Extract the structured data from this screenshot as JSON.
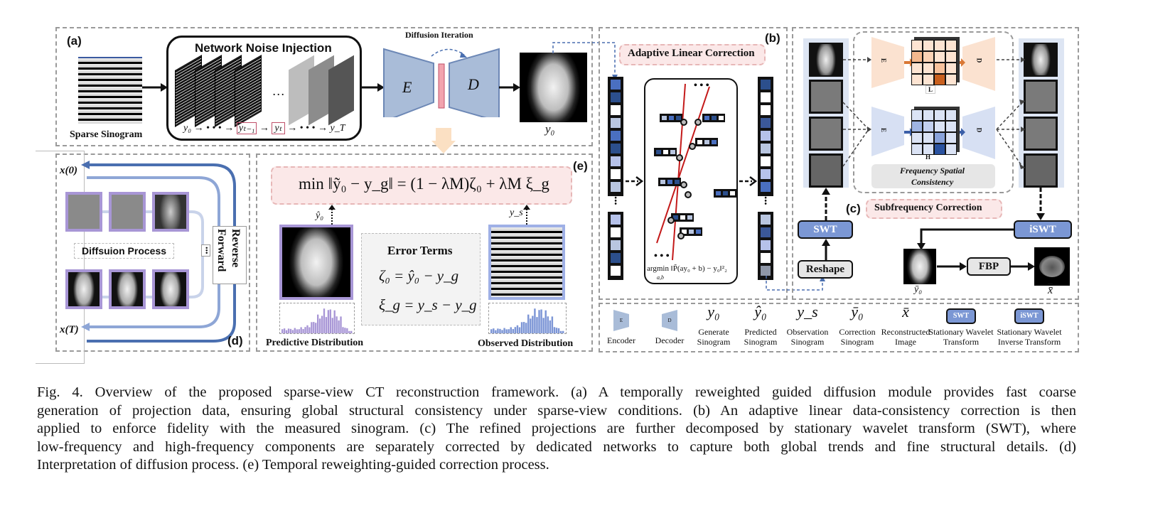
{
  "figure": {
    "panel_a": {
      "label": "(a)",
      "sparse_sinogram_label": "Sparse Sinogram",
      "noise_box_title": "Network Noise Injection",
      "noise_sequence": {
        "y0": "y₀",
        "arrow_dots": "→ • • • →",
        "yt_minus_1": "yₜ₋₁",
        "yt": "yₜ",
        "arrow_dots_end": "→ • • • →",
        "yT": "y_T"
      },
      "ellipsis": "…",
      "diffusion_iteration_label": "Diffusion Iteration",
      "encoder_letter": "E",
      "decoder_letter": "D",
      "output_label": "y₀"
    },
    "panel_b": {
      "label": "(b)",
      "title": "Adaptive Linear Correction",
      "formula": "argmin ‖P̃(ay₀ + b) − y₀‖²₂",
      "formula_sub": "a,b",
      "input_column_colors": [
        "#4a6fc0",
        "#2c4f8c",
        "#ffffff",
        "#b9c6e0",
        "#4a6fc0",
        "#2c4f8c",
        "#b6c2ea",
        "#ffffff",
        "#b9c6e0"
      ],
      "input_column_colors_bottom": [
        "#b6c2ea",
        "#ffffff",
        "#b9c6e0",
        "#2c4f8c",
        "#ffffff"
      ],
      "output_column_colors": [
        "#2c4f8c",
        "#ffffff",
        "#ffffff",
        "#3b5898",
        "#b6c2ea",
        "#b9c6e0",
        "#ffffff",
        "#b6c2ea",
        "#4a6fc0"
      ],
      "output_column_colors_bottom": [
        "#b9c6e0",
        "#3b5898",
        "#b6c2ea",
        "#ffffff",
        "#8f97a8"
      ]
    },
    "panel_c": {
      "label": "(c)",
      "title": "Subfrequency Correction",
      "low_branch_label": "L",
      "high_branch_label": "H",
      "encoder_letter": "E",
      "decoder_letter": "D",
      "consistency_label_line1": "Frequency Spatial",
      "consistency_label_line2": "Consistency",
      "swt_button": "SWT",
      "iswt_button": "iSWT",
      "reshape_button": "Reshape",
      "fbp_button": "FBP",
      "correction_sino_label": "ȳ₀",
      "recon_image_label": "x̄",
      "low_grid_colors": [
        "#fde4d2",
        "#fde4d2",
        "#fde4d2",
        "#fde4d2",
        "#f4b88e",
        "#fbd2b5",
        "#fde4d2",
        "#fde4d2",
        "#fde4d2",
        "#fde4d2",
        "#f7c29c",
        "#fde4d2",
        "#fde4d2",
        "#fde4d2",
        "#c9601e",
        "#fde4d2"
      ],
      "high_grid_colors": [
        "#dbe3f5",
        "#dbe3f5",
        "#dbe3f5",
        "#dbe3f5",
        "#9fb4e2",
        "#c3d0ef",
        "#dbe3f5",
        "#dbe3f5",
        "#dbe3f5",
        "#dbe3f5",
        "#8aa3da",
        "#dbe3f5",
        "#dbe3f5",
        "#dbe3f5",
        "#2a52a0",
        "#dbe3f5"
      ]
    },
    "panel_d": {
      "label": "(d)",
      "top_label": "x(0)",
      "bottom_label": "x(T)",
      "process_label": "Diffsuion Process",
      "reverse_label": "Reverse",
      "forward_label": "Forward",
      "dots": "•••"
    },
    "panel_e": {
      "label": "(e)",
      "objective": "min ‖ỹ₀ − y_g‖ = (1 − λM)ζ₀ + λM ξ_g",
      "pred_arrow_label": "ŷ₀",
      "obs_arrow_label": "y_s",
      "error_terms_title": "Error Terms",
      "error_eq_1": "ζ₀ = ŷ₀ − y_g",
      "error_eq_2": "ξ_g = y_s − y_g",
      "pred_dist_label": "Predictive Distribution",
      "obs_dist_label": "Observed Distribution",
      "pred_color": "#a896d6",
      "obs_color": "#7d96d6"
    },
    "legend": {
      "items": [
        {
          "symbol": "E",
          "label": "Encoder"
        },
        {
          "symbol": "D",
          "label": "Decoder"
        },
        {
          "symbol": "y₀",
          "label": "Generate Sinogram"
        },
        {
          "symbol": "ŷ₀",
          "label": "Predicted Sinogram"
        },
        {
          "symbol": "y_s",
          "label": "Observation Sinogram"
        },
        {
          "symbol": "ȳ₀",
          "label": "Correction Sinogram"
        },
        {
          "symbol": "x̄",
          "label": "Reconstructed Image"
        },
        {
          "symbol": "SWT",
          "label": "Stationary Wavelet Transform"
        },
        {
          "symbol": "iSWT",
          "label": "Stationary Wavelet Inverse Transform"
        }
      ]
    },
    "colors": {
      "encoder_blue": "#a9bcd8",
      "low_orange": "#fbe2d0",
      "high_blue": "#d7e0f3",
      "accent_blue": "#7b97d4",
      "pink_bg": "#fbe8e8",
      "red_line": "#c41a1a",
      "arrow_blue": "#4a6fb0"
    }
  },
  "caption": {
    "lines": [
      "Fig. 4.  Overview of the proposed sparse-view CT reconstruction framework. (a) A temporally reweighted guided diffusion module provides fast coarse",
      "generation of projection data, ensuring global structural consistency under sparse-view conditions. (b) An adaptive linear data-consistency correction is then",
      "applied to enforce fidelity with the measured sinogram. (c) The refined projections are further decomposed by stationary wavelet transform (SWT), where",
      "low-frequency and high-frequency components are separately corrected by dedicated networks to capture both global trends and fine structural details. (d)",
      "Interpretation of diffusion process. (e) Temporal reweighting-guided correction process."
    ]
  }
}
